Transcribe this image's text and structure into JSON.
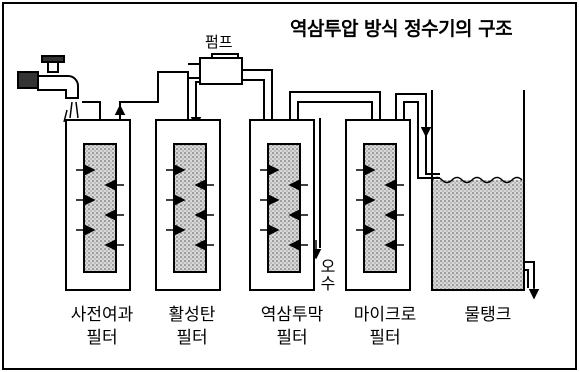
{
  "title": "역삼투압 방식 정수기의 구조",
  "pump_label": "펌프",
  "filters": [
    {
      "name": "사전여과",
      "suffix": "필터"
    },
    {
      "name": "활성탄",
      "suffix": "필터"
    },
    {
      "name": "역삼투막",
      "suffix": "필터"
    },
    {
      "name": "마이크로",
      "suffix": "필터"
    }
  ],
  "waste_label": "오수",
  "tank_label": "물탱크"
}
